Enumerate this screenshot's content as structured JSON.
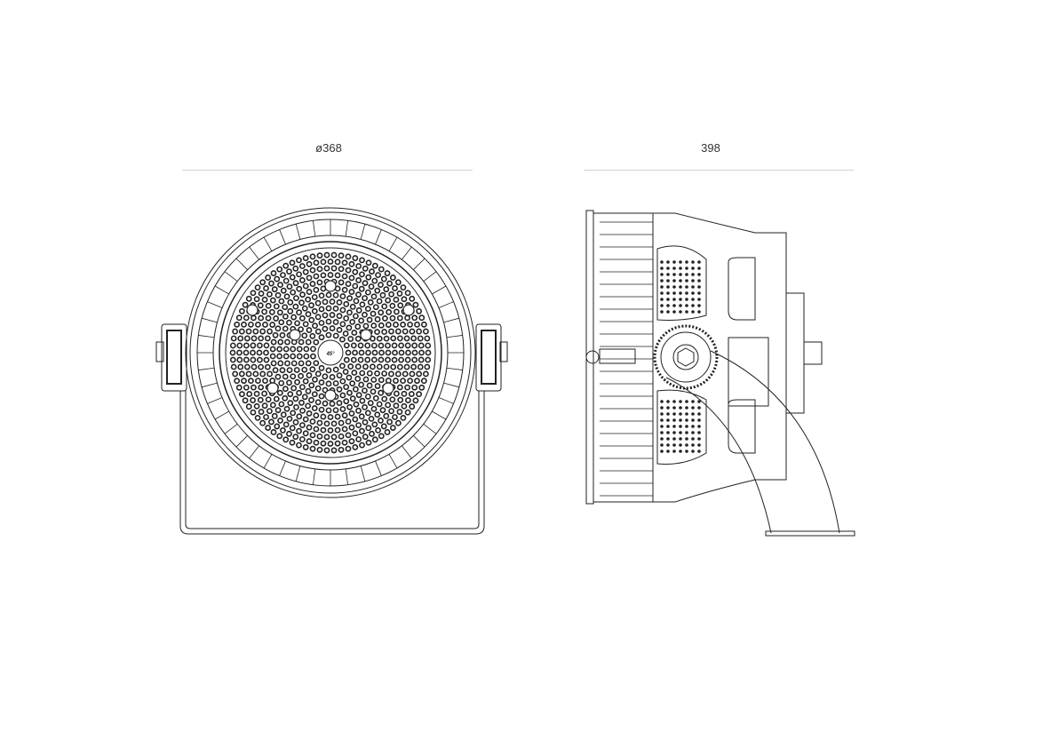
{
  "front_view": {
    "dimension_label": "ø368",
    "center_label": "45°"
  },
  "side_view": {
    "dimension_label": "398"
  },
  "colors": {
    "stroke": "#222222",
    "dimension_line": "#d6d3c4"
  }
}
